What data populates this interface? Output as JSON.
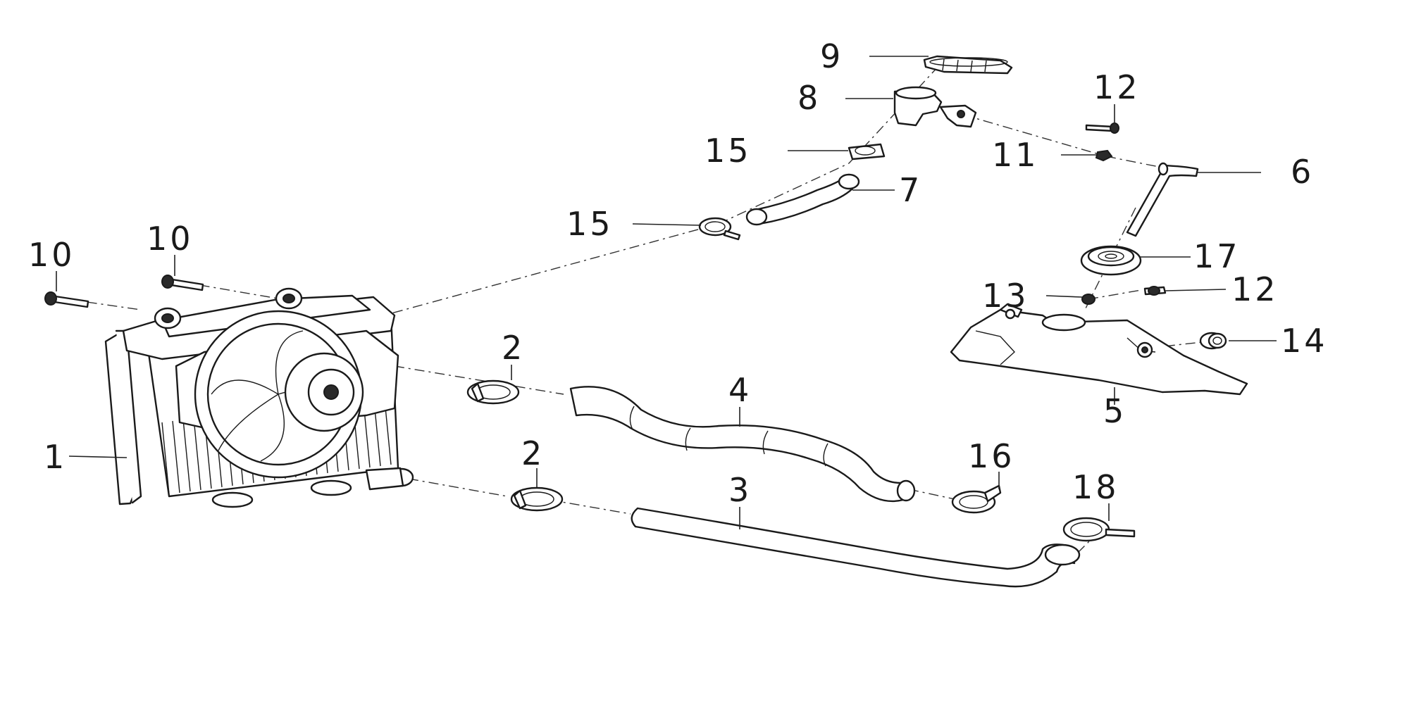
{
  "callouts": [
    {
      "label": "1"
    },
    {
      "label": "2"
    },
    {
      "label": "2"
    },
    {
      "label": "3"
    },
    {
      "label": "4"
    },
    {
      "label": "5"
    },
    {
      "label": "6"
    },
    {
      "label": "7"
    },
    {
      "label": "8"
    },
    {
      "label": "9"
    },
    {
      "label": "10"
    },
    {
      "label": "10"
    },
    {
      "label": "11"
    },
    {
      "label": "12"
    },
    {
      "label": "12"
    },
    {
      "label": "13"
    },
    {
      "label": "14"
    },
    {
      "label": "15"
    },
    {
      "label": "15"
    },
    {
      "label": "16"
    },
    {
      "label": "17"
    },
    {
      "label": "18"
    }
  ]
}
